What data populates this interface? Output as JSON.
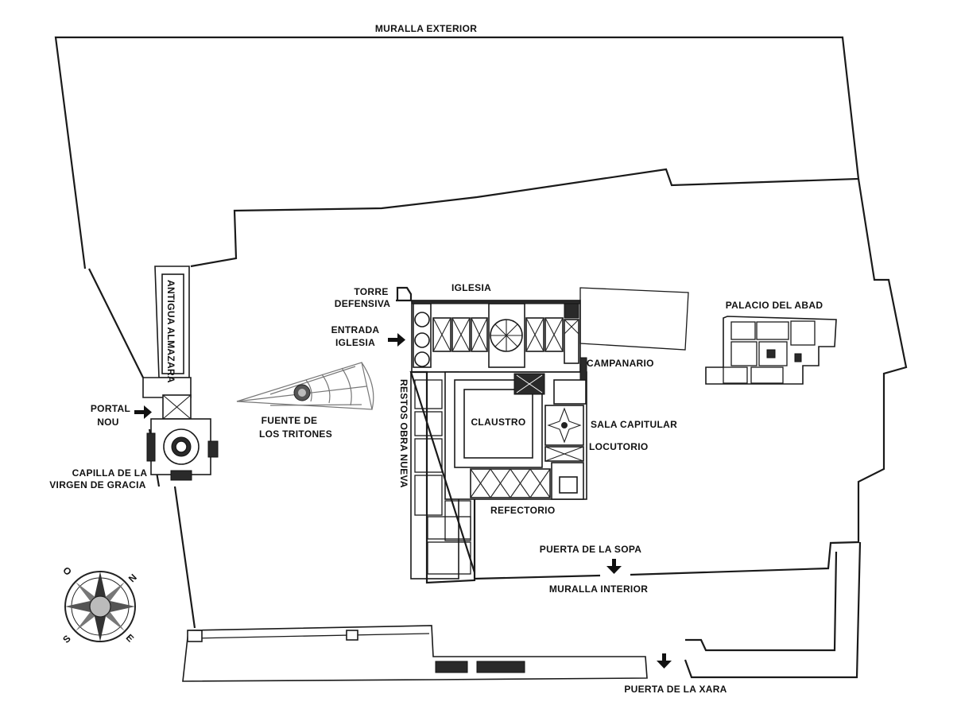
{
  "labels": {
    "muralla_exterior": "MURALLA EXTERIOR",
    "antigua_almazara": "ANTIGUA ALMAZARA",
    "torre_defensiva_1": "TORRE",
    "torre_defensiva_2": "DEFENSIVA",
    "iglesia": "IGLESIA",
    "entrada_iglesia_1": "ENTRADA",
    "entrada_iglesia_2": "IGLESIA",
    "palacio_del_abad": "PALACIO DEL ABAD",
    "campanario": "CAMPANARIO",
    "portal_nou_1": "PORTAL",
    "portal_nou_2": "NOU",
    "fuente_1": "FUENTE DE",
    "fuente_2": "LOS TRITONES",
    "restos_obra_nueva": "RESTOS OBRA NUEVA",
    "claustro": "CLAUSTRO",
    "sala_capitular": "SALA CAPITULAR",
    "locutorio": "LOCUTORIO",
    "capilla_1": "CAPILLA DE LA",
    "capilla_2": "VIRGEN DE GRACIA",
    "refectorio": "REFECTORIO",
    "puerta_sopa": "PUERTA DE LA SOPA",
    "muralla_interior": "MURALLA INTERIOR",
    "puerta_xara": "PUERTA DE LA XARA"
  },
  "compass": {
    "n": "N",
    "s": "S",
    "e": "E",
    "o": "O"
  }
}
